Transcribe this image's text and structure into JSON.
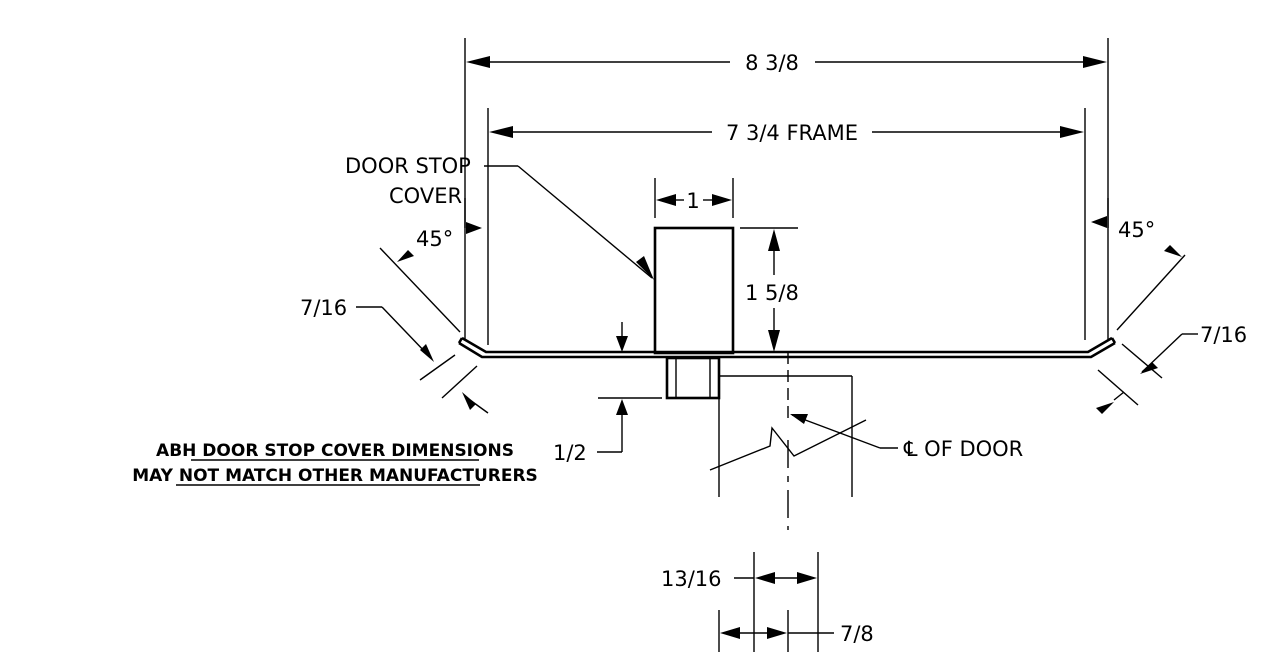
{
  "drawing": {
    "dim_overall": "8 3/8",
    "dim_frame": "7 3/4 FRAME",
    "dim_stop_width": "1",
    "dim_stop_height": "1 5/8",
    "dim_thickness": "1/2",
    "dim_flange_left": "7/16",
    "dim_flange_right": "7/16",
    "angle_left": "45°",
    "angle_right": "45°",
    "label_stop_line1": "DOOR STOP",
    "label_stop_line2": "COVER",
    "label_centerline": "℄ OF DOOR",
    "dim_13_16": "13/16",
    "dim_7_8": "7/8",
    "note_line1": "ABH DOOR STOP COVER DIMENSIONS",
    "note_line2": "MAY NOT MATCH OTHER MANUFACTURERS"
  }
}
